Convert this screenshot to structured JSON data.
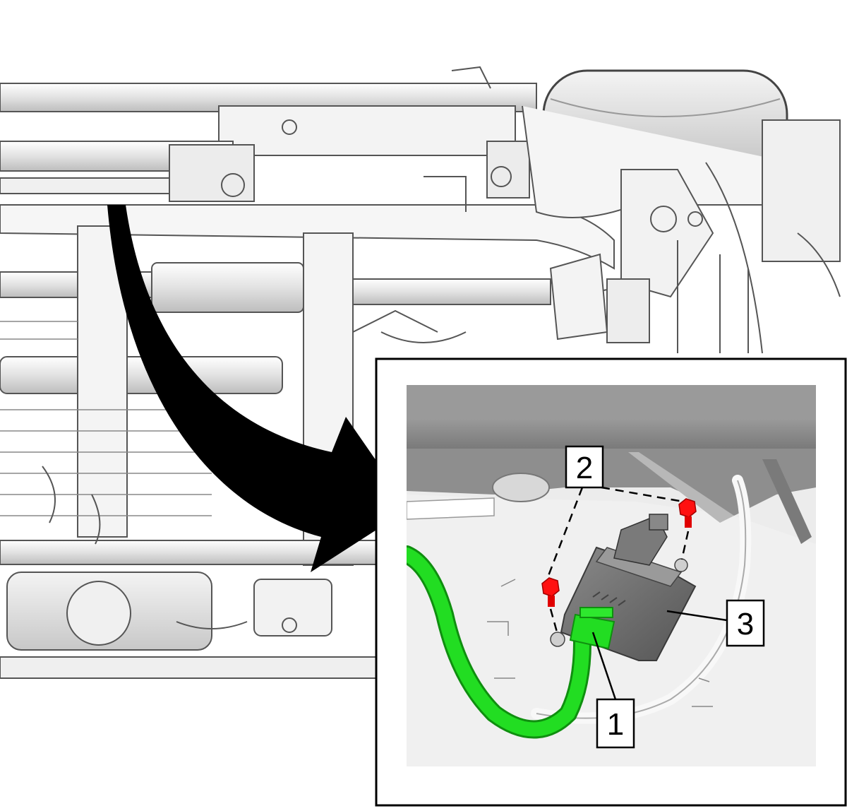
{
  "diagram": {
    "callouts": [
      {
        "id": "1",
        "label": "1"
      },
      {
        "id": "2",
        "label": "2"
      },
      {
        "id": "3",
        "label": "3"
      }
    ],
    "colors": {
      "harness": "#22dd22",
      "harness_dark": "#0f8f0f",
      "fastener": "#ff1010",
      "module": "#6a6a6a",
      "frame_grey": "#8c8c8c",
      "background": "#ffffff",
      "line": "#000000"
    },
    "icons": [
      "curved-arrow-icon"
    ]
  }
}
